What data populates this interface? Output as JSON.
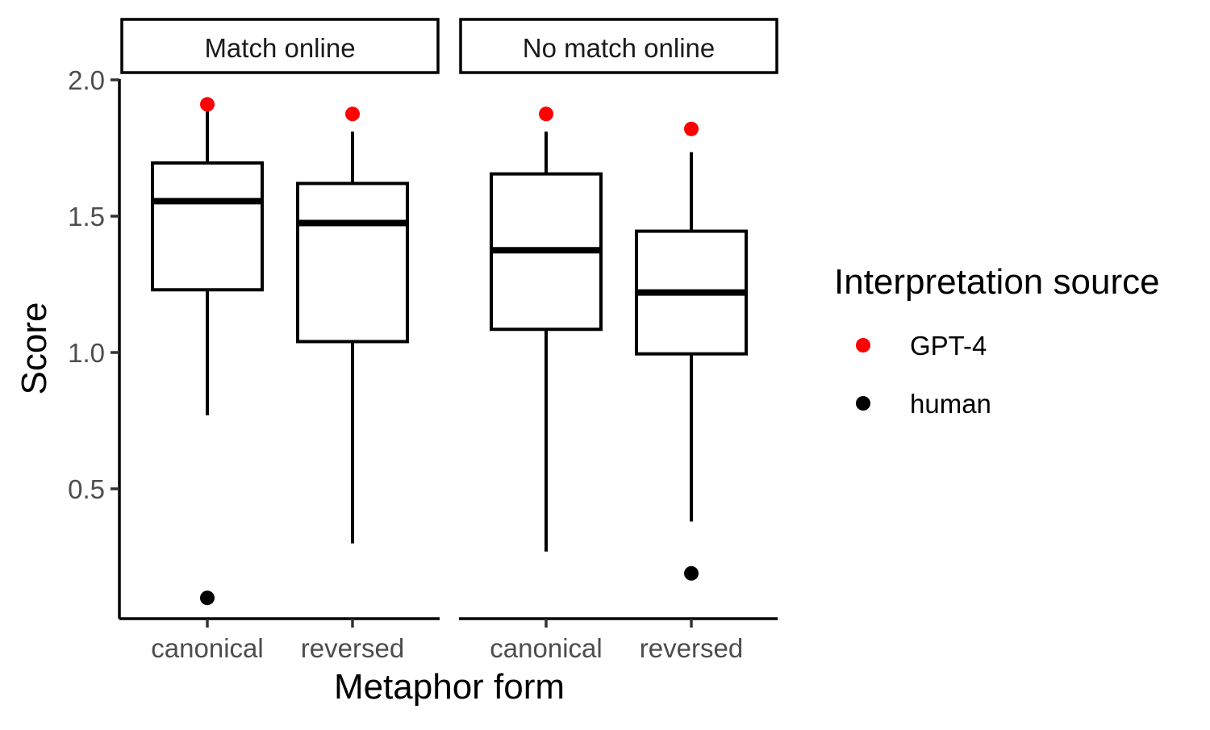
{
  "chart_data": {
    "type": "boxplot",
    "xlabel": "Metaphor form",
    "ylabel": "Score",
    "ylim": [
      0.0,
      2.0
    ],
    "y_ticks": [
      "0.5",
      "1.0",
      "1.5",
      "2.0"
    ],
    "categories": [
      "canonical",
      "reversed"
    ],
    "facets": [
      {
        "label": "Match online",
        "boxes": [
          {
            "category": "canonical",
            "whisker_low": 0.77,
            "q1": 1.23,
            "median": 1.555,
            "q3": 1.695,
            "whisker_high": 1.89,
            "gpt4": 1.91,
            "human_outlier": 0.1
          },
          {
            "category": "reversed",
            "whisker_low": 0.3,
            "q1": 1.04,
            "median": 1.475,
            "q3": 1.62,
            "whisker_high": 1.81,
            "gpt4": 1.875,
            "human_outlier": null
          }
        ]
      },
      {
        "label": "No match online",
        "boxes": [
          {
            "category": "canonical",
            "whisker_low": 0.27,
            "q1": 1.085,
            "median": 1.375,
            "q3": 1.655,
            "whisker_high": 1.81,
            "gpt4": 1.875,
            "human_outlier": null
          },
          {
            "category": "reversed",
            "whisker_low": 0.38,
            "q1": 0.995,
            "median": 1.22,
            "q3": 1.445,
            "whisker_high": 1.735,
            "gpt4": 1.82,
            "human_outlier": 0.19
          }
        ]
      }
    ],
    "legend": {
      "title": "Interpretation source",
      "placement": "right",
      "items": [
        {
          "label": "GPT-4",
          "color": "#ff0000"
        },
        {
          "label": "human",
          "color": "#000000"
        }
      ]
    },
    "colors": {
      "box_line": "#000000",
      "box_fill": "#ffffff",
      "gpt4": "#ff0000",
      "human": "#000000"
    }
  }
}
